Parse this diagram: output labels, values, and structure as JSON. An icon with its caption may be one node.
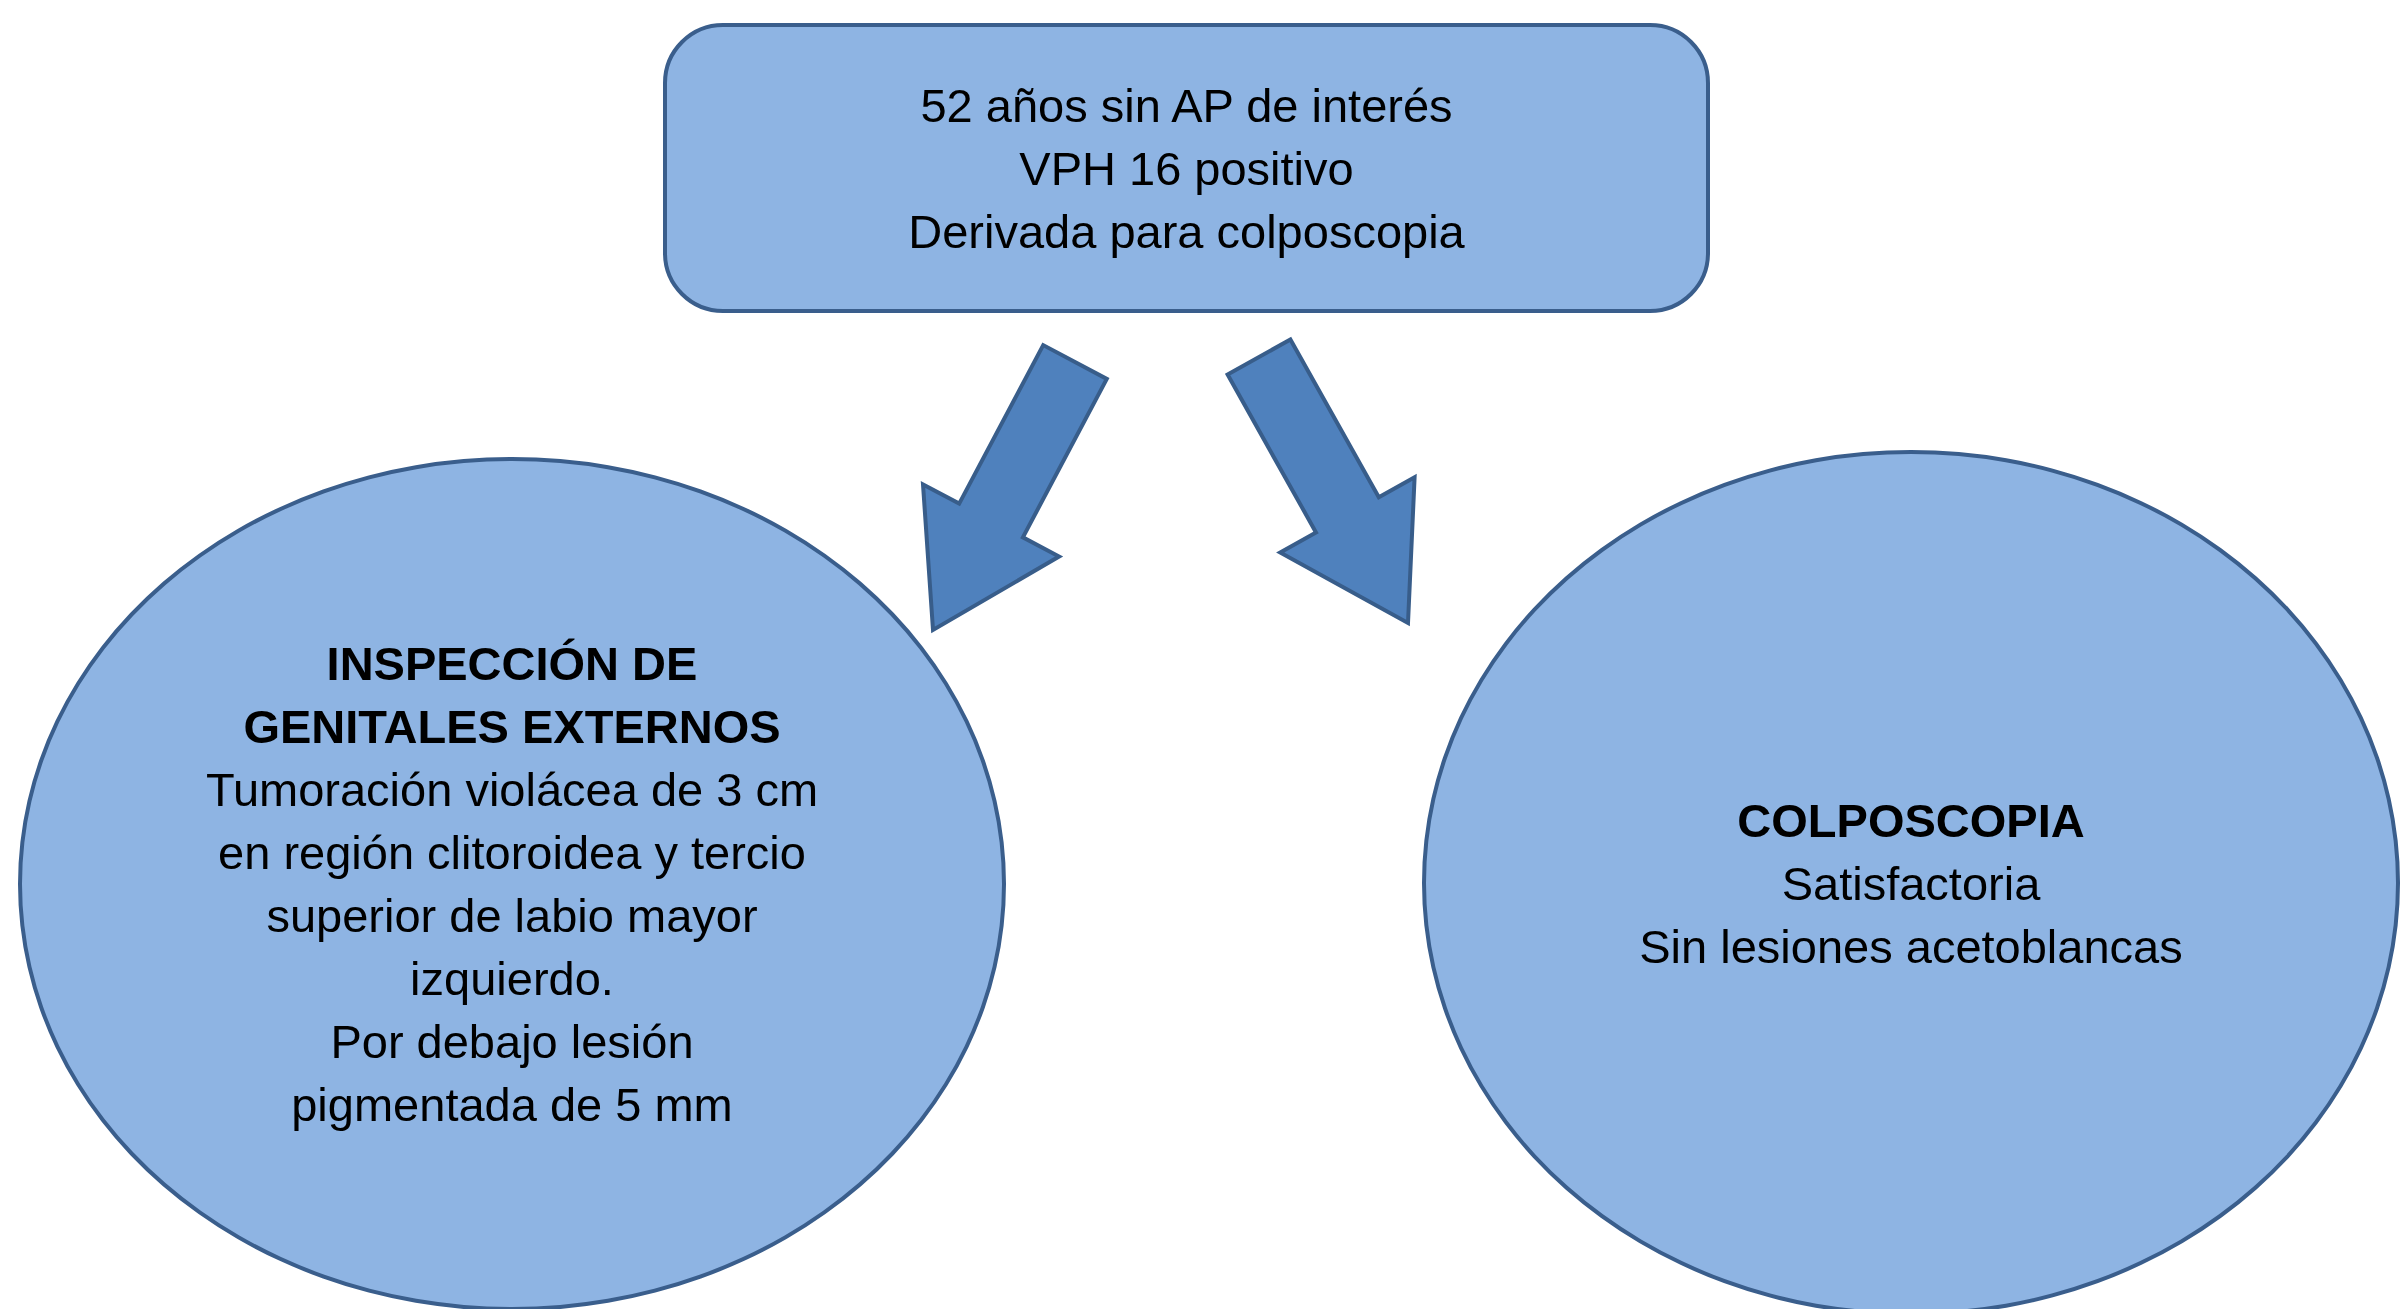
{
  "diagram": {
    "nodes": [
      {
        "text": [
          "52 años sin AP de interés",
          "VPH 16 positivo",
          "Derivada para colposcopia"
        ]
      },
      {
        "text": [
          "INSPECCIÓN DE GENITALES EXTERNOS",
          "Tumoración violácea de 3 cm en región clitoroidea y tercio superior de labio mayor izquierdo.",
          "Por debajo lesión pigmentada de 5 mm"
        ]
      },
      {
        "text": [
          "COLPOSCOPIA",
          "Satisfactoria",
          "Sin lesiones acetoblancas"
        ]
      }
    ],
    "edges": [
      {
        "from": 0,
        "to": 1,
        "arrow": "to"
      },
      {
        "from": 0,
        "to": 2,
        "arrow": "to"
      }
    ]
  }
}
